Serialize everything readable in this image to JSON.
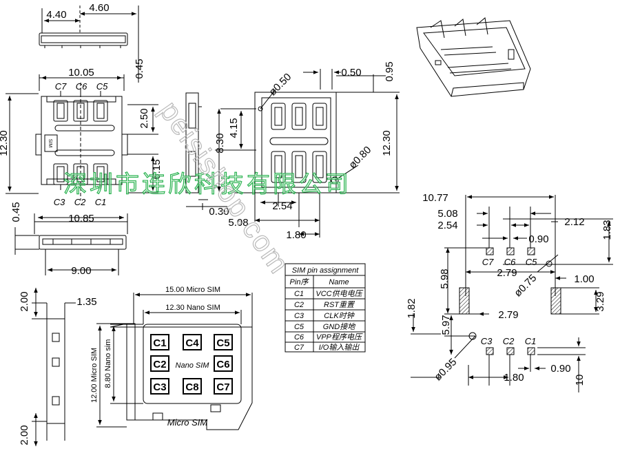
{
  "dims": {
    "top_440": "4.40",
    "top_460": "4.60",
    "top_045": "0.45",
    "top_1005": "10.05",
    "v_1230_left": "12.30",
    "v_250": "2.50",
    "v_615": "6.15",
    "bot_045": "0.45",
    "bot_1085": "10.85",
    "bot_900": "9.00",
    "side_050": "0.50",
    "side_095": "0.95",
    "side_d050": "ø0.50",
    "side_415": "4.15",
    "side_830": "8.30",
    "side_1230": "12.30",
    "side_d080": "ø0.80",
    "side_030": "0.30",
    "side_254": "2.54",
    "side_508": "5.08",
    "side_180": "1.80",
    "fp_1077": "10.77",
    "fp_508": "5.08",
    "fp_254": "2.54",
    "fp_212": "2.12",
    "fp_183": "1.83",
    "fp_090a": "0.90",
    "fp_598": "5.98",
    "fp_279a": "2.79",
    "fp_d075": "ø0.75",
    "fp_100": "1.00",
    "fp_329": "3.29",
    "fp_279b": "2.79",
    "fp_182": "1.82",
    "fp_597": "5.97",
    "fp_d095": "ø0.95",
    "fp_180": "1.80",
    "fp_090b": "0.90",
    "fp_10": "10",
    "ls_200a": "2.00",
    "ls_135": "1.35",
    "ls_200b": "2.00",
    "card_1500": "15.00 Micro SIM",
    "card_1230": "12.30 Nano SIM",
    "card_1200": "12.00 Micro SIM",
    "card_880": "8.80 Nano sim"
  },
  "pins": {
    "top_row": [
      "C7",
      "C6",
      "C5"
    ],
    "bottom_row": [
      "C3",
      "C2",
      "C1"
    ],
    "sim_mark": "SIM"
  },
  "card": {
    "pads": [
      "C1",
      "C4",
      "C5",
      "C2",
      "C6",
      "C3",
      "C8",
      "C7"
    ],
    "center_label": "Nano SIM",
    "bottom_label": "Micro SIM"
  },
  "pin_table": {
    "title": "SIM pin assignment",
    "headers": [
      "Pin序",
      "Name"
    ],
    "rows": [
      [
        "C1",
        "VCC供电电压"
      ],
      [
        "C2",
        "RST重置"
      ],
      [
        "C3",
        "CLK时钟"
      ],
      [
        "C5",
        "GND接地"
      ],
      [
        "C6",
        "VPP程序电压"
      ],
      [
        "C7",
        "I/O输入输出"
      ]
    ]
  },
  "watermark": {
    "english": "peisishop.com",
    "chinese": "深圳市连欣科技有限公司"
  }
}
